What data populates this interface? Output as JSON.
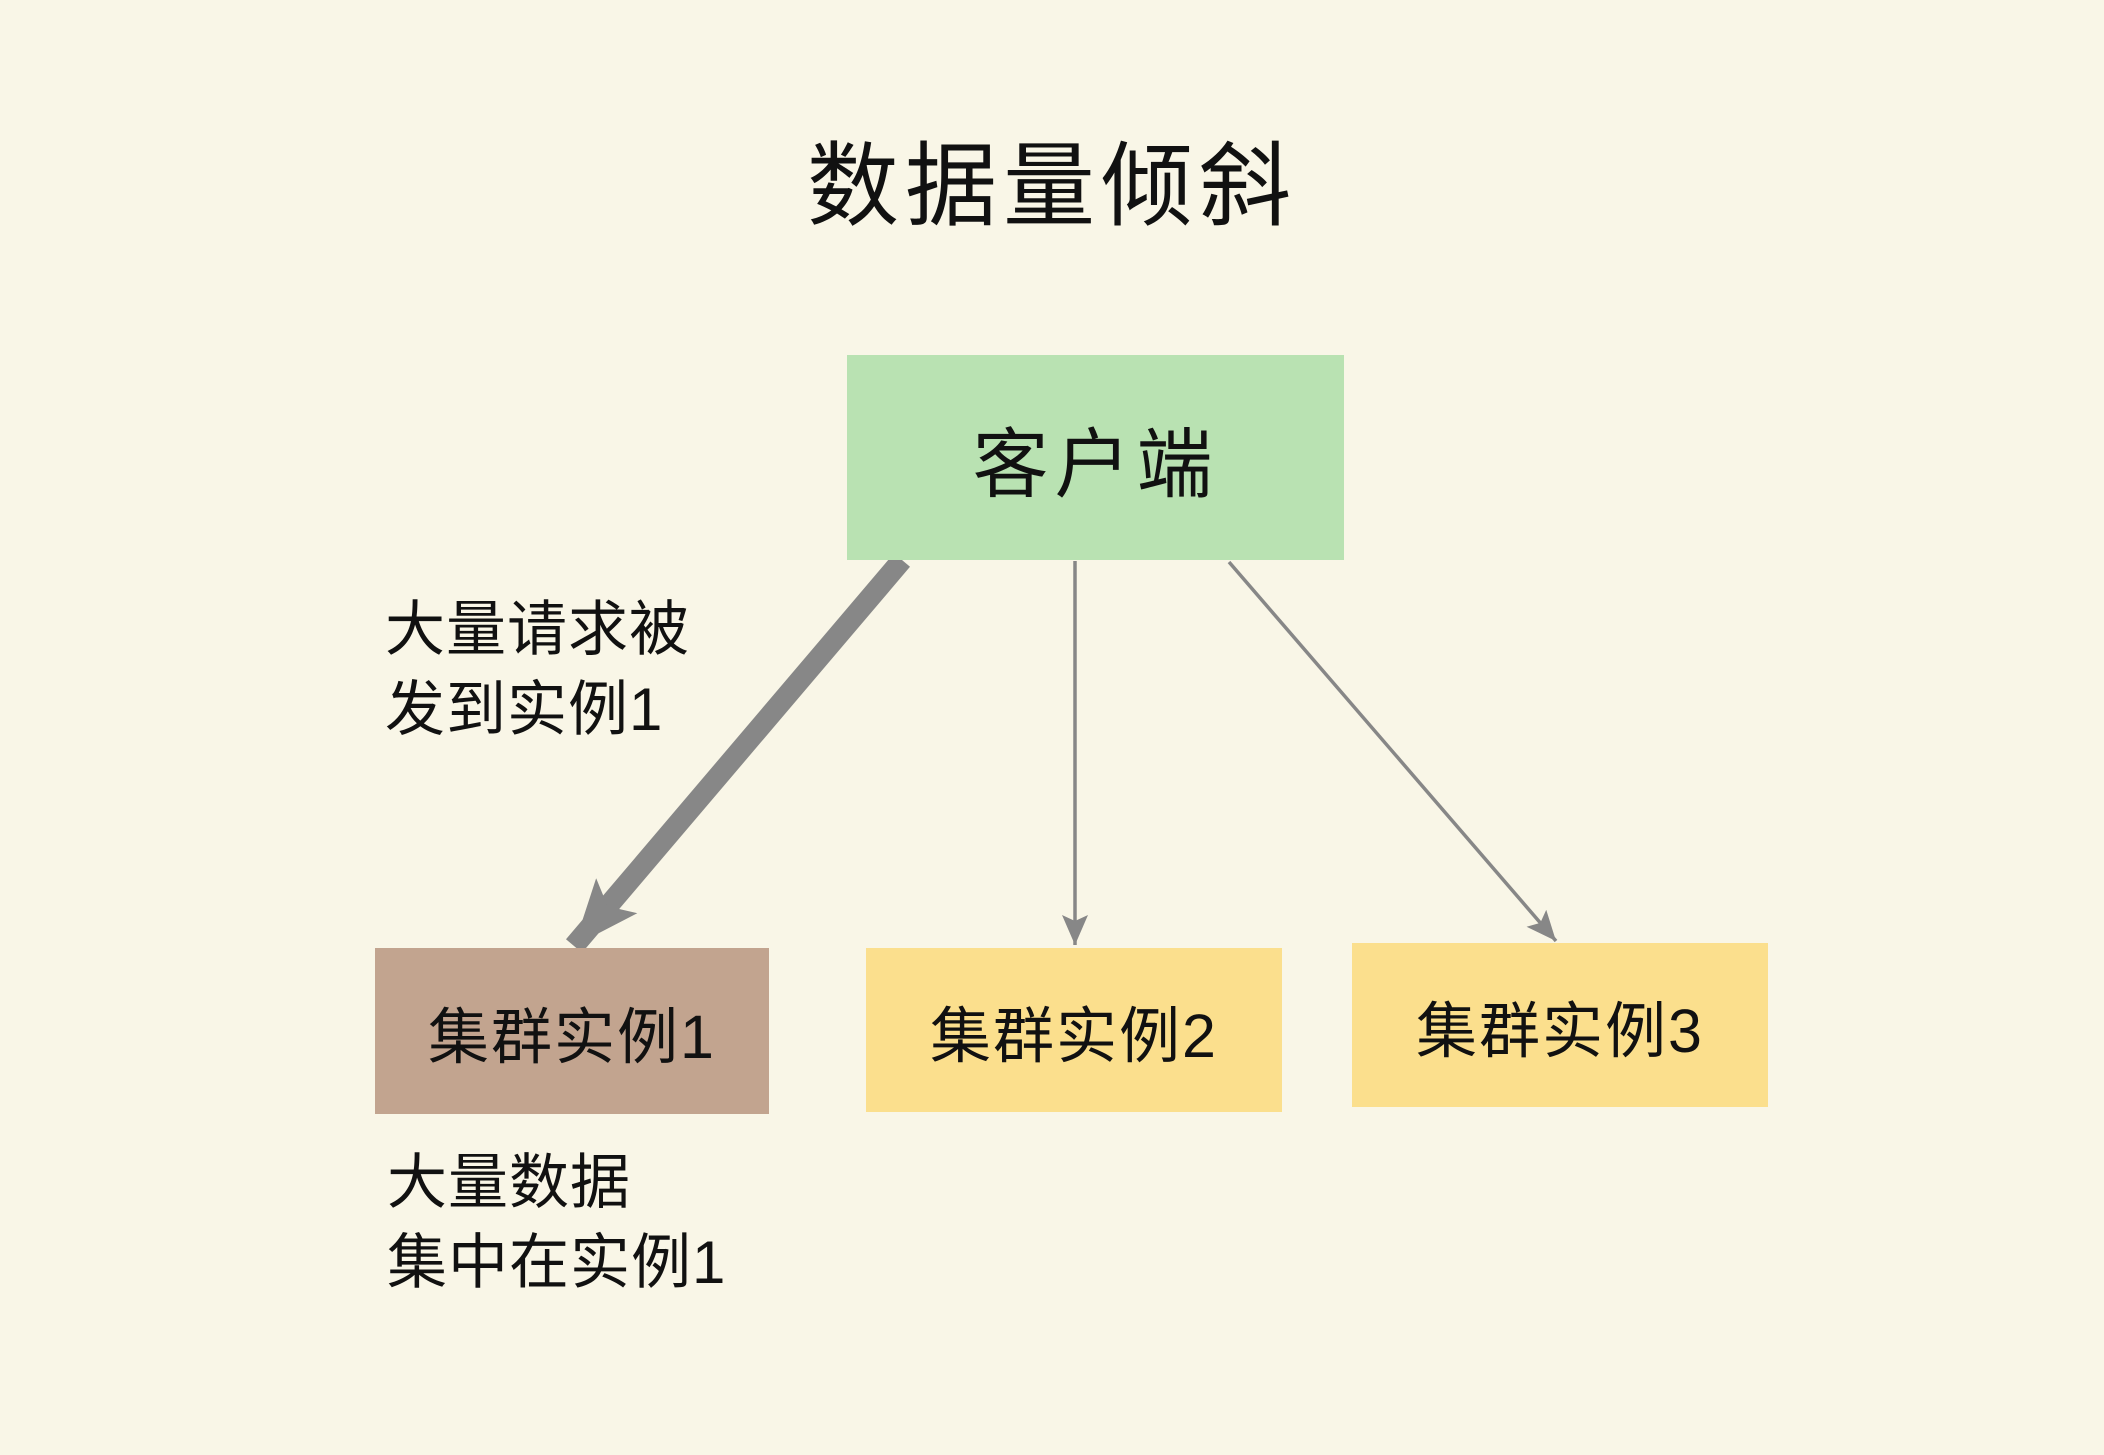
{
  "title": "数据量倾斜",
  "canvas": {
    "background": "#f9f6e7"
  },
  "nodes": {
    "client": {
      "label": "客户端",
      "color": "#b9e2b2"
    },
    "instance1": {
      "label": "集群实例1",
      "color": "#c2a48f"
    },
    "instance2": {
      "label": "集群实例2",
      "color": "#fbdf8d"
    },
    "instance3": {
      "label": "集群实例3",
      "color": "#fbdf8d"
    }
  },
  "annotations": {
    "requests": {
      "line1": "大量请求被",
      "line2": "发到实例1"
    },
    "data": {
      "line1": "大量数据",
      "line2": "集中在实例1"
    }
  },
  "arrows": {
    "color": "#878787",
    "edges": [
      {
        "from": "client",
        "to": "instance1",
        "weight": "thick"
      },
      {
        "from": "client",
        "to": "instance2",
        "weight": "thin"
      },
      {
        "from": "client",
        "to": "instance3",
        "weight": "thin"
      }
    ]
  }
}
